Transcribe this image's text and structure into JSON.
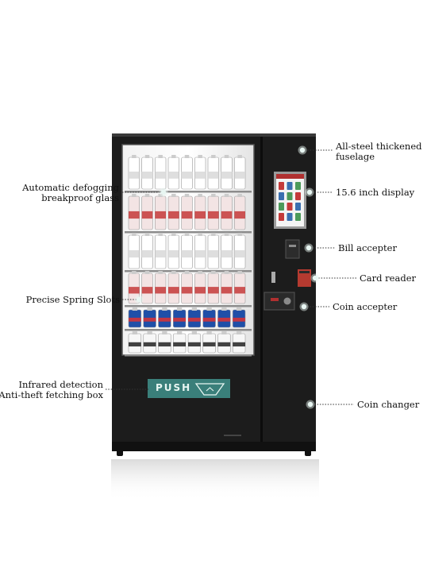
{
  "labels": {
    "all_steel_line1": "All-steel thickened",
    "all_steel_line2": "fuselage",
    "display": "15.6 inch display",
    "bill": "Bill accepter",
    "card": "Card reader",
    "coin_accepter": "Coin accepter",
    "coin_changer": "Coin changer",
    "defog_line1": "Automatic defogging",
    "defog_line2": "breakproof glass",
    "spring": "Precise Spring Slots",
    "infrared_line1": "Infrared detection",
    "infrared_line2": "Anti-theft fetching box"
  },
  "push_label": "PUSH",
  "colors": {
    "cabinet": "#1c1c1c",
    "push_panel": "#3a7f7a",
    "leader_line": "#333333",
    "dot": "#e8f6f2",
    "bottle_red": "#c43a3a",
    "can_blue": "#1f4fa8"
  },
  "icons": [
    "hotspot-dot-icon",
    "push-arrow-icon"
  ]
}
